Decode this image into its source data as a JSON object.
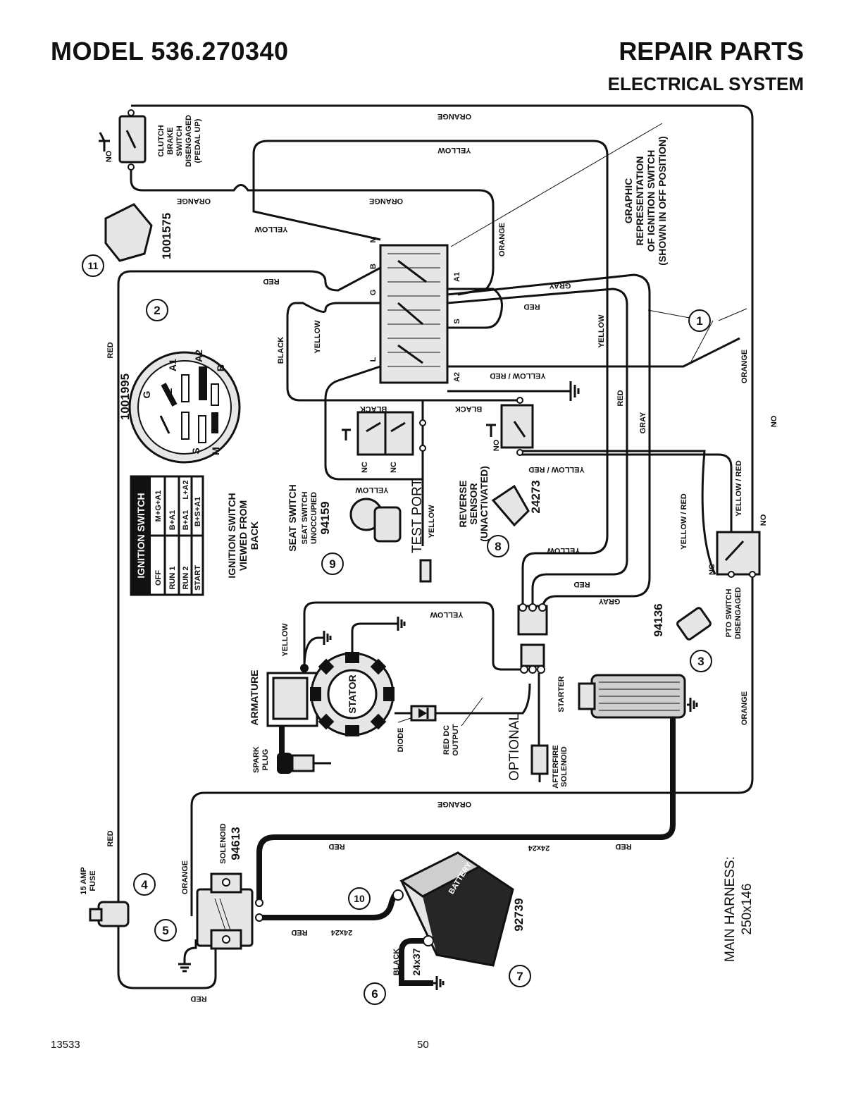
{
  "header": {
    "model": "MODEL 536.270340",
    "repair_parts": "REPAIR PARTS",
    "section": "ELECTRICAL SYSTEM"
  },
  "footer": {
    "code": "13533",
    "page": "50"
  },
  "wires": {
    "orange": "ORANGE",
    "yellow": "YELLOW",
    "red": "RED",
    "black": "BLACK",
    "gray": "GRAY",
    "yellow_red": "YELLOW / RED",
    "yellow_red_short": "YELLOW/RED",
    "size_24x24": "24x24",
    "size_24x37": "24x37"
  },
  "components": {
    "clutch": [
      "CLUTCH",
      "BRAKE",
      "SWITCH",
      "DISENGAGED",
      "(PEDAL UP)"
    ],
    "no": "NO",
    "nc": "NC",
    "part_1001575": "1001575",
    "part_1001995": "1001995",
    "graphic_rep": [
      "GRAPHIC",
      "REPRESENTATION",
      "OF IGNITION SWITCH",
      "(SHOWN IN OFF POSITION)"
    ],
    "ign_view": [
      "IGNITION SWITCH",
      "VIEWED FROM",
      "BACK"
    ],
    "seat_switch": [
      "SEAT SWITCH",
      "SEAT SWITCH",
      "UNOCCUPIED",
      "94159"
    ],
    "test_port": "TEST PORT",
    "reverse": [
      "REVERSE",
      "SENSOR",
      "(UNACTIVATED)",
      "24273"
    ],
    "pto": [
      "PTO SWITCH",
      "DISENGAGED"
    ],
    "part_94136": "94136",
    "armature": "ARMATURE",
    "stator": "STATOR",
    "spark_plug": [
      "SPARK",
      "PLUG"
    ],
    "diode": "DIODE",
    "red_dc": [
      "RED DC",
      "OUTPUT"
    ],
    "optional": "OPTIONAL",
    "afterfire": [
      "AFTERFIRE",
      "SOLENOID"
    ],
    "starter": "STARTER",
    "solenoid": [
      "SOLENOID",
      "94613"
    ],
    "battery": "BATTERY",
    "part_92739": "92739",
    "fuse": [
      "15 AMP",
      "FUSE"
    ],
    "main_harness": [
      "MAIN HARNESS:",
      "250x146"
    ]
  },
  "terminals": {
    "M": "M",
    "B": "B",
    "G": "G",
    "L": "L",
    "A1": "A1",
    "S": "S",
    "A2": "A2"
  },
  "callouts": [
    "1",
    "2",
    "3",
    "4",
    "5",
    "6",
    "7",
    "8",
    "9",
    "10",
    "11"
  ],
  "ignition_table": {
    "title": "IGNITION SWITCH",
    "rows": [
      [
        "OFF",
        "M+G+A1"
      ],
      [
        "RUN 1",
        "B+A1"
      ],
      [
        "RUN 2",
        "B+A1",
        "L+A2"
      ],
      [
        "START",
        "B+S+A1"
      ]
    ]
  },
  "colors": {
    "wire": "#111111",
    "component_fill": "#e6e6e6",
    "background": "#ffffff"
  }
}
